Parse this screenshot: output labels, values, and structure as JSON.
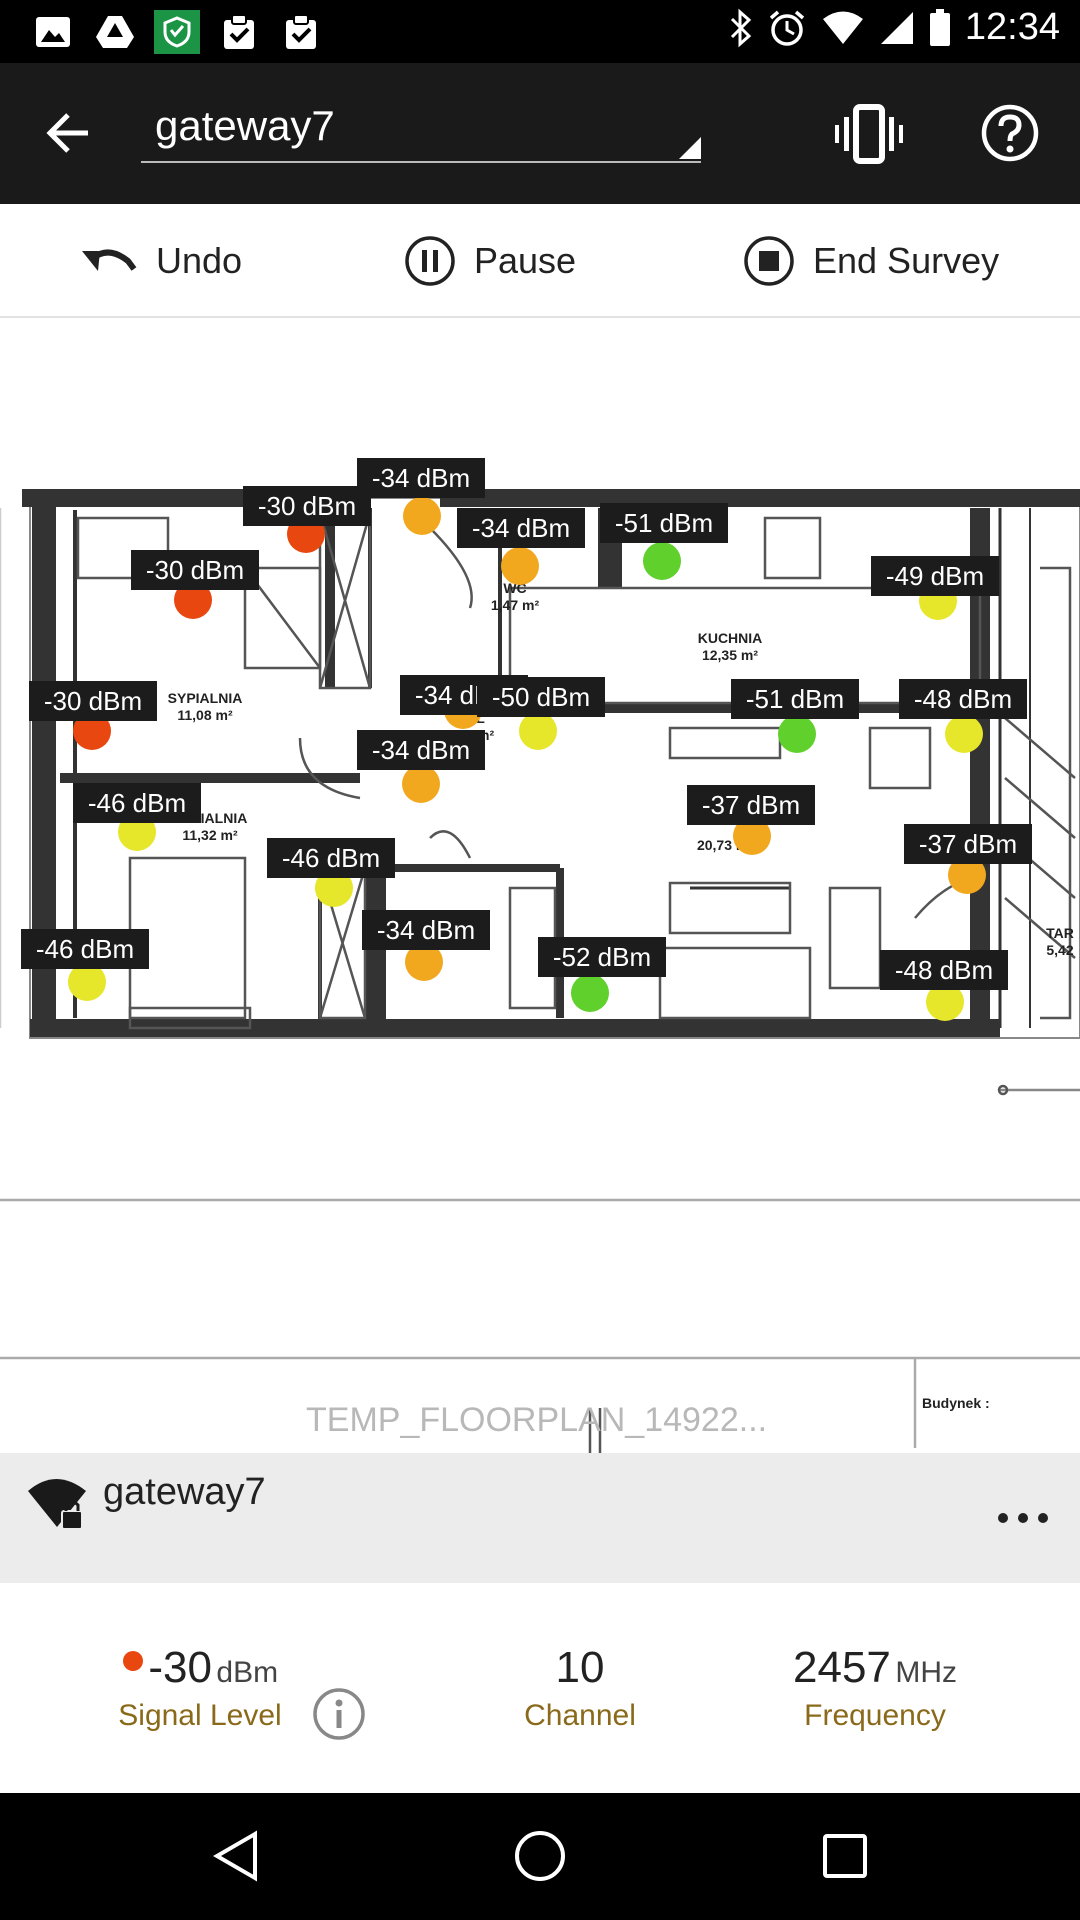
{
  "status": {
    "time": "12:34",
    "left_icons": [
      "gallery-icon",
      "drive-icon",
      "shield-app-icon",
      "clipboard-check-icon",
      "clipboard-check-icon"
    ],
    "right_icons": [
      "bluetooth-icon",
      "alarm-icon",
      "wifi-icon",
      "cell-signal-icon",
      "battery-icon"
    ]
  },
  "appbar": {
    "network": "gateway7"
  },
  "actions": {
    "undo": "Undo",
    "pause": "Pause",
    "end": "End Survey"
  },
  "map": {
    "rooms": [
      {
        "name": "SYPIALNIA",
        "area": "11,08 m²"
      },
      {
        "name": "SYPIALNIA",
        "area": "11,32 m²"
      },
      {
        "name": "KUCHNIA",
        "area": "12,35 m²"
      },
      {
        "name": "WC",
        "area": "1,47 m²"
      },
      {
        "name": "HOL",
        "area": "8,01 m²"
      },
      {
        "name": "",
        "area": "20,73 m²"
      },
      {
        "name": "TAR",
        "area": "5,42"
      }
    ],
    "extra_labels": [
      "Budynek :"
    ],
    "readings": [
      {
        "label": "-30 dBm",
        "level": -30
      },
      {
        "label": "-34 dBm",
        "level": -34
      },
      {
        "label": "-30 dBm",
        "level": -30
      },
      {
        "label": "-34 dBm",
        "level": -34
      },
      {
        "label": "-51 dBm",
        "level": -51
      },
      {
        "label": "-49 dBm",
        "level": -49
      },
      {
        "label": "-30 dBm",
        "level": -30
      },
      {
        "label": "-34 dBm",
        "level": -34
      },
      {
        "label": "-50 dBm",
        "level": -50
      },
      {
        "label": "-51 dBm",
        "level": -51
      },
      {
        "label": "-48 dBm",
        "level": -48
      },
      {
        "label": "-34 dBm",
        "level": -34
      },
      {
        "label": "-46 dBm",
        "level": -46
      },
      {
        "label": "-37 dBm",
        "level": -37
      },
      {
        "label": "-37 dBm",
        "level": -37
      },
      {
        "label": "-46 dBm",
        "level": -46
      },
      {
        "label": "-34 dBm",
        "level": -34
      },
      {
        "label": "-52 dBm",
        "level": -52
      },
      {
        "label": "-48 dBm",
        "level": -48
      },
      {
        "label": "-46 dBm",
        "level": -46
      }
    ],
    "filename": "TEMP_FLOORPLAN_14922..."
  },
  "network": {
    "name": "gateway7"
  },
  "stats": {
    "signal": {
      "value": "-30",
      "unit": "dBm",
      "label": "Signal Level",
      "dot_color": "#e8470f"
    },
    "channel": {
      "value": "10",
      "label": "Channel"
    },
    "frequency": {
      "value": "2457",
      "unit": "MHz",
      "label": "Frequency"
    }
  },
  "colors": {
    "strong": "#e8470f",
    "good": "#f2a81e",
    "medium": "#e6e62a",
    "weak": "#5fd02c"
  }
}
